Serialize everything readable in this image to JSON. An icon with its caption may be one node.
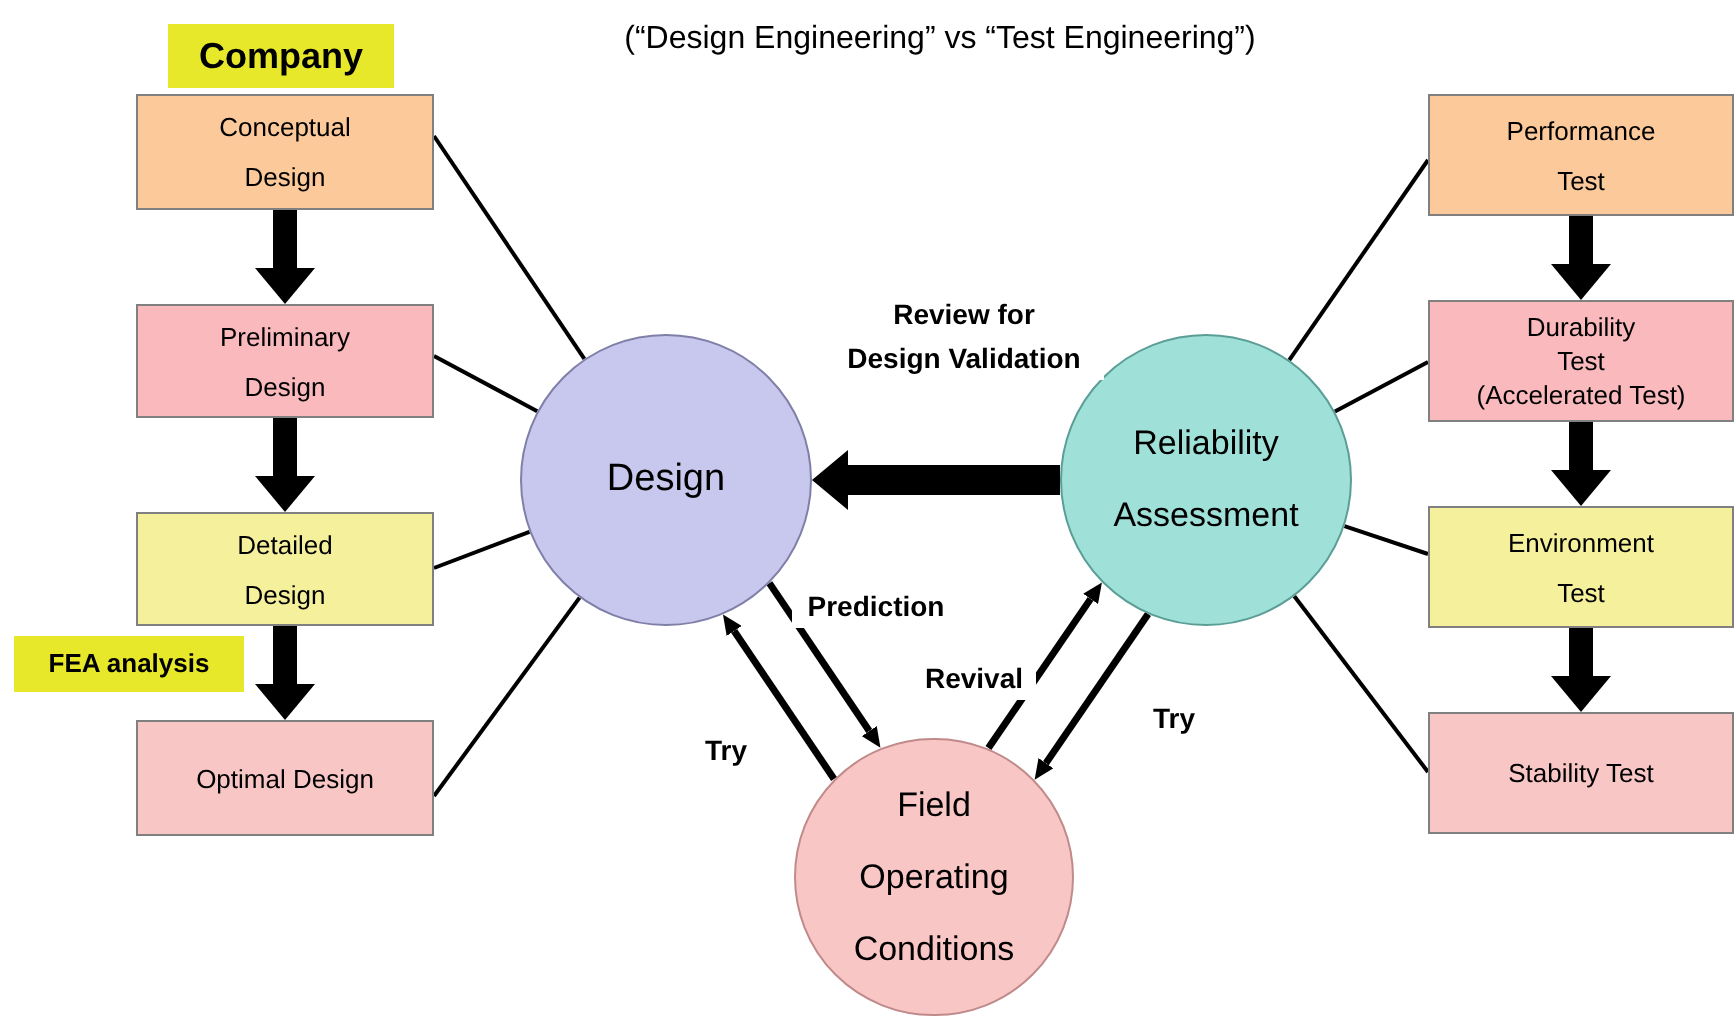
{
  "diagram": {
    "title": "(“Design Engineering” vs “Test Engineering”)",
    "nodes": [
      {
        "text": [
          "Company"
        ]
      },
      {
        "text": [
          "Conceptual Design"
        ]
      },
      {
        "text": [
          "Preliminary Design"
        ]
      },
      {
        "text": [
          "Detailed Design"
        ]
      },
      {
        "text": [
          "FEA analysis"
        ]
      },
      {
        "text": [
          "Optimal Design"
        ]
      },
      {
        "text": [
          "Design"
        ]
      },
      {
        "text": [
          "Reliability Assessment"
        ]
      },
      {
        "text": [
          "Field Operating Conditions"
        ]
      },
      {
        "text": [
          "Performance Test"
        ]
      },
      {
        "text": [
          "Durability Test",
          "(Accelerated Test)"
        ]
      },
      {
        "text": [
          "Environment Test"
        ]
      },
      {
        "text": [
          "Stability Test"
        ]
      }
    ],
    "edges": [
      {
        "from": 1,
        "to": 2,
        "arrow": "to",
        "style": "thick"
      },
      {
        "from": 2,
        "to": 3,
        "arrow": "to",
        "style": "thick"
      },
      {
        "from": 3,
        "to": 5,
        "arrow": "to",
        "style": "thick"
      },
      {
        "from": 9,
        "to": 10,
        "arrow": "to",
        "style": "thick"
      },
      {
        "from": 10,
        "to": 11,
        "arrow": "to",
        "style": "thick"
      },
      {
        "from": 11,
        "to": 12,
        "arrow": "to",
        "style": "thick"
      },
      {
        "from": 1,
        "to": 6,
        "arrow": "none"
      },
      {
        "from": 2,
        "to": 6,
        "arrow": "none"
      },
      {
        "from": 3,
        "to": 6,
        "arrow": "none"
      },
      {
        "from": 5,
        "to": 6,
        "arrow": "none"
      },
      {
        "from": 7,
        "to": 9,
        "arrow": "none"
      },
      {
        "from": 7,
        "to": 10,
        "arrow": "none"
      },
      {
        "from": 7,
        "to": 11,
        "arrow": "none"
      },
      {
        "from": 7,
        "to": 12,
        "arrow": "none"
      },
      {
        "from": 7,
        "to": 6,
        "arrow": "to",
        "style": "thick",
        "label": "Review for Design Validation"
      },
      {
        "from": 6,
        "to": 8,
        "arrow": "to",
        "label": "Prediction"
      },
      {
        "from": 8,
        "to": 6,
        "arrow": "to",
        "label": "Try"
      },
      {
        "from": 8,
        "to": 7,
        "arrow": "to",
        "label": "Revival"
      },
      {
        "from": 7,
        "to": 8,
        "arrow": "to",
        "label": "Try"
      }
    ]
  }
}
